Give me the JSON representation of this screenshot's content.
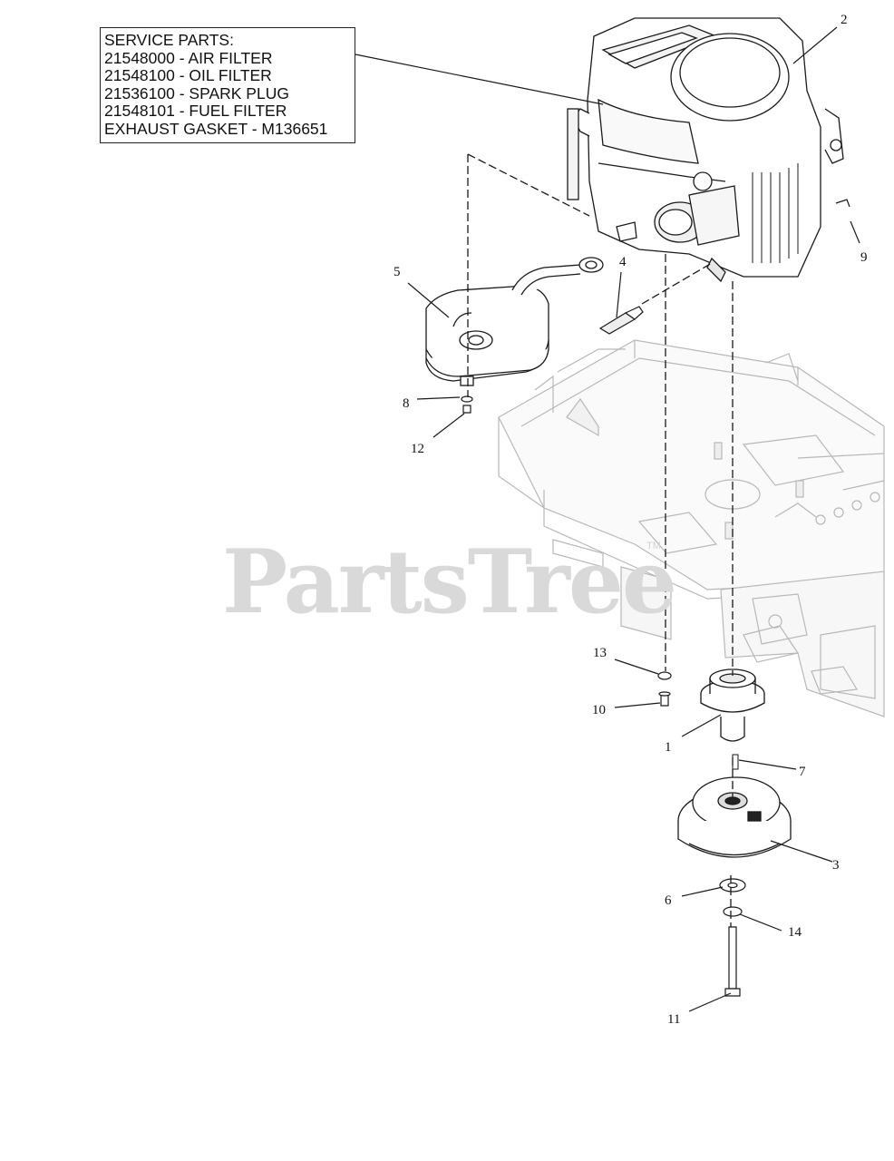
{
  "service_parts": {
    "title": "SERVICE PARTS:",
    "lines": [
      "21548000 - AIR FILTER",
      "21548100 - OIL FILTER",
      "21536100 - SPARK PLUG",
      "21548101 - FUEL FILTER",
      "EXHAUST GASKET - M136651"
    ]
  },
  "watermark": {
    "text": "PartsTree",
    "tm": "TM"
  },
  "callouts": [
    "1",
    "2",
    "3",
    "4",
    "5",
    "6",
    "7",
    "8",
    "9",
    "10",
    "11",
    "12",
    "13",
    "14"
  ]
}
